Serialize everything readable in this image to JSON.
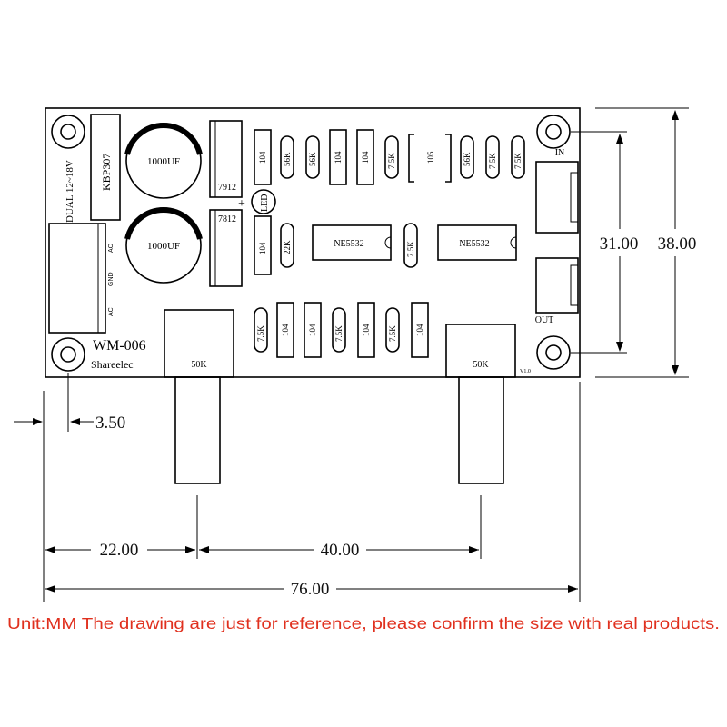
{
  "board": {
    "model": "WM-006",
    "brand": "Shareelec",
    "version": "V1.0",
    "supply": "DUAL 12~18V",
    "bridge": "KBP307",
    "cap_top": "1000UF",
    "cap_bottom": "1000UF",
    "reg_top": "7912",
    "reg_bottom": "7812",
    "led": "LED",
    "plus": "+",
    "op_amp_1": "NE5532",
    "op_amp_2": "NE5532",
    "pot_left": "50K",
    "pot_right": "50K",
    "in_label": "IN",
    "out_label": "OUT",
    "ac_top": "AC",
    "gnd": "GND",
    "ac_bottom": "AC",
    "caps_row1": [
      "104",
      "104",
      "104"
    ],
    "caps_row1b": "105",
    "res_row1": [
      "56K",
      "56K",
      "7.5K",
      "56K",
      "7.5K",
      "7.5K"
    ],
    "row2": [
      "104",
      "22K",
      "7.5K"
    ],
    "row3": [
      "7.5K",
      "104",
      "104",
      "7.5K",
      "104",
      "7.5K",
      "104"
    ]
  },
  "dimensions": {
    "hole_offset": "3.50",
    "left_to_pot": "22.00",
    "pot_spacing": "40.00",
    "width": "76.00",
    "hole_spacing": "31.00",
    "height": "38.00"
  },
  "footer": {
    "note": "Unit:MM The drawing are just for reference, please confirm the size with real products."
  }
}
